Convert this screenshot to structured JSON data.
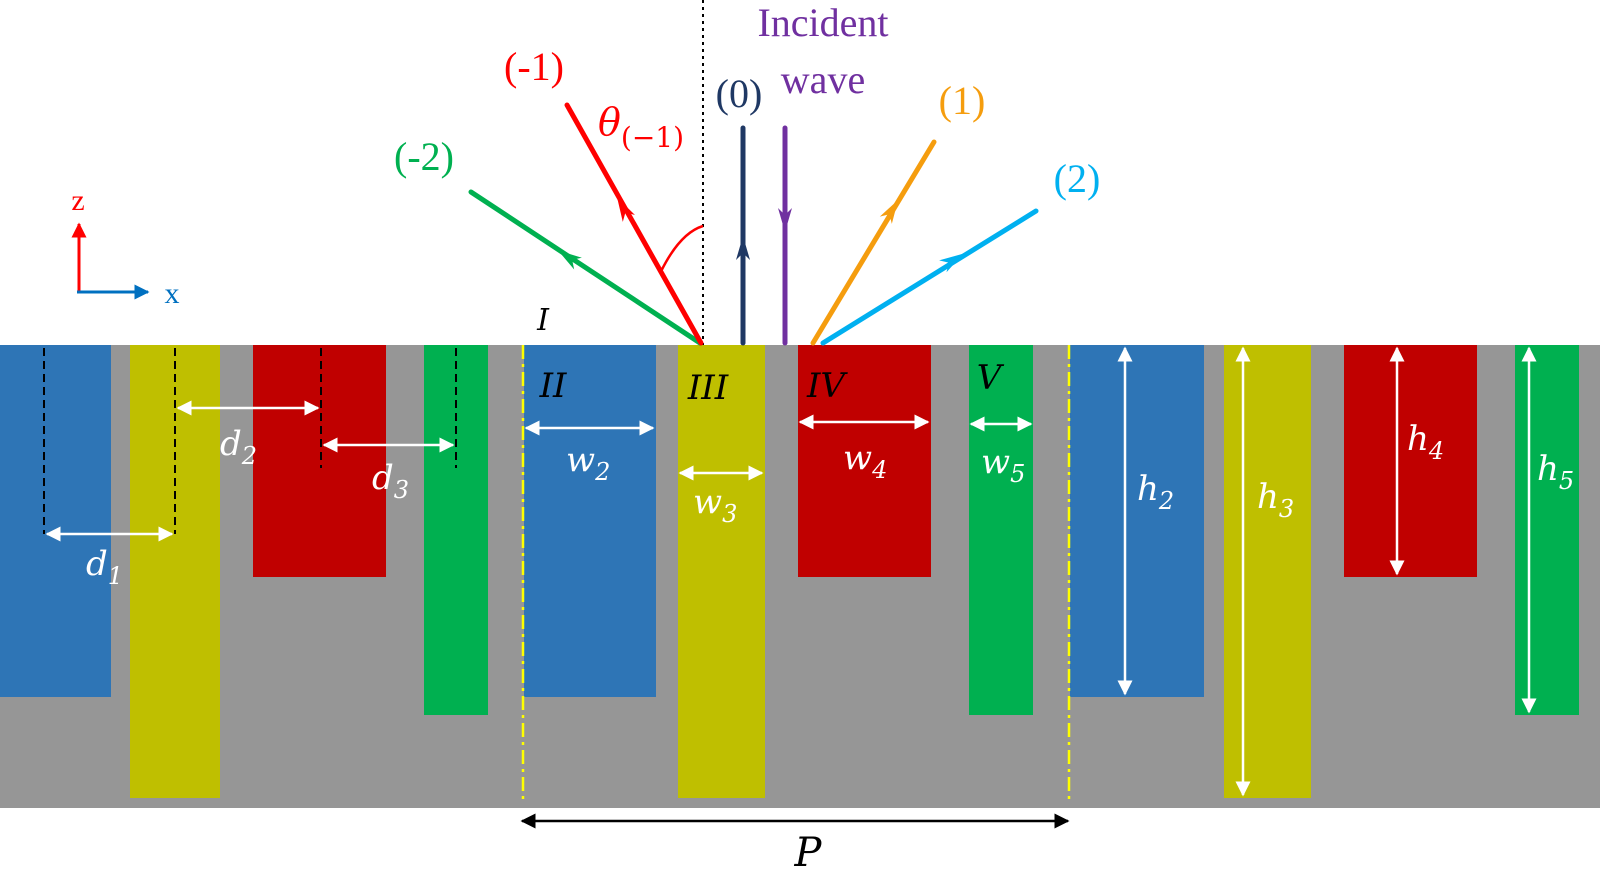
{
  "colors": {
    "background": "#ffffff",
    "substrate": "#969696",
    "blue": "#2e75b6",
    "yellow": "#bfbf00",
    "red": "#c00000",
    "green": "#00b050",
    "white_arrow": "#ffffff",
    "period_line": "#ffff00",
    "black": "#000000",
    "order_m2": "#00b050",
    "order_m1": "#ff0000",
    "order_0": "#1f3864",
    "order_1": "#f59d0e",
    "order_2": "#00b0f0",
    "incident": "#7030a0",
    "axis_z": "#ff0000",
    "axis_x": "#0070c0"
  },
  "axes": {
    "z": "z",
    "x": "x"
  },
  "incident": {
    "line1": "Incident",
    "line2": "wave"
  },
  "orders": {
    "m2": "(-2)",
    "m1": "(-1)",
    "zero": "(0)",
    "p1": "(1)",
    "p2": "(2)"
  },
  "angle": {
    "base": "θ",
    "sub": "(−1)"
  },
  "regions": {
    "r1": "I",
    "r2": "II",
    "r3": "III",
    "r4": "IV",
    "r5": "V"
  },
  "widths": {
    "w2": {
      "base": "w",
      "sub": "2"
    },
    "w3": {
      "base": "w",
      "sub": "3"
    },
    "w4": {
      "base": "w",
      "sub": "4"
    },
    "w5": {
      "base": "w",
      "sub": "5"
    }
  },
  "distances": {
    "d1": {
      "base": "d",
      "sub": "1"
    },
    "d2": {
      "base": "d",
      "sub": "2"
    },
    "d3": {
      "base": "d",
      "sub": "3"
    }
  },
  "heights": {
    "h2": {
      "base": "h",
      "sub": "2"
    },
    "h3": {
      "base": "h",
      "sub": "3"
    },
    "h4": {
      "base": "h",
      "sub": "4"
    },
    "h5": {
      "base": "h",
      "sub": "5"
    }
  },
  "period": "P"
}
